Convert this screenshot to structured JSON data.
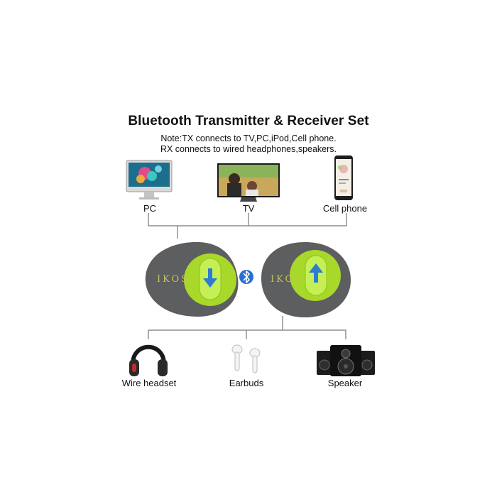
{
  "title": "Bluetooth Transmitter & Receiver Set",
  "note": {
    "line1": "Note:TX connects to TV,PC,iPod,Cell phone.",
    "line2": "RX connects to wired headphones,speakers."
  },
  "sources": [
    {
      "label": "PC",
      "icon": "imac-monitor-icon"
    },
    {
      "label": "TV",
      "icon": "tv-icon"
    },
    {
      "label": "Cell phone",
      "icon": "smartphone-icon"
    }
  ],
  "devices": {
    "brand": "IKOS",
    "transmitter": {
      "icon": "arrow-down-icon"
    },
    "receiver": {
      "icon": "arrow-up-icon"
    },
    "link_icon": "bluetooth-icon"
  },
  "outputs": [
    {
      "label": "Wire headset",
      "icon": "headphones-icon"
    },
    {
      "label": "Earbuds",
      "icon": "earbuds-icon"
    },
    {
      "label": "Speaker",
      "icon": "speaker-icon"
    }
  ],
  "colors": {
    "device_body": "#5c5e60",
    "device_accent": "#a8d82a",
    "arrow": "#2e7bd2",
    "bluetooth": "#2a6fd0",
    "line": "#777777"
  }
}
